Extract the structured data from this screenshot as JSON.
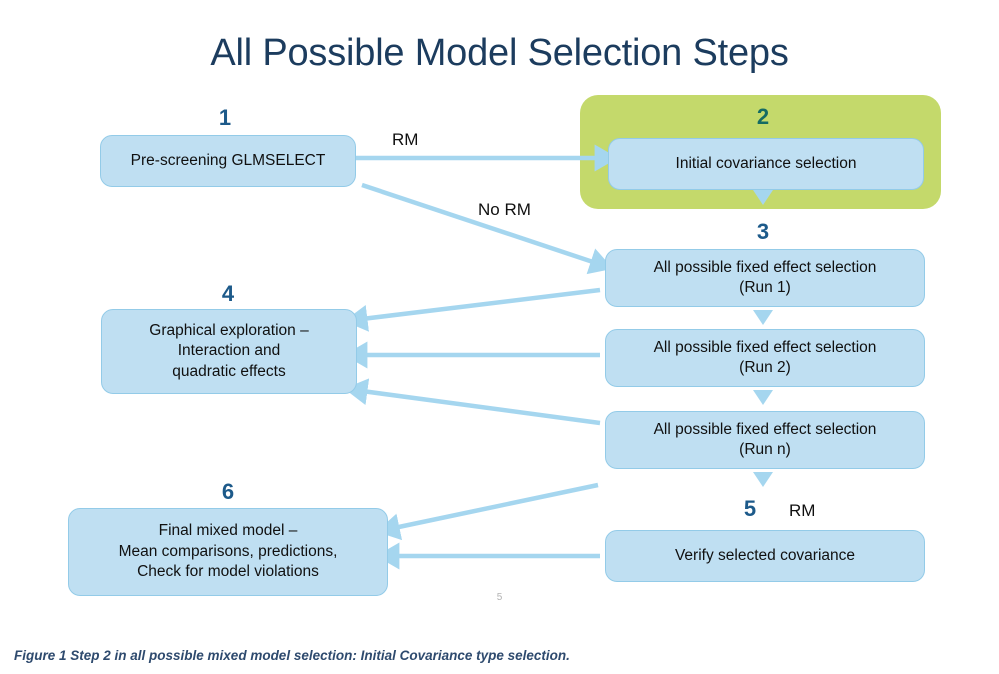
{
  "slide": {
    "title": "All Possible Model Selection Steps",
    "page_number": "5",
    "background_color": "#ffffff"
  },
  "colors": {
    "title_navy": "#1c3c5e",
    "box_fill_blue": "#bfdff2",
    "box_border_blue": "#93cbe8",
    "highlight_green": "#c4d96b",
    "arrow_blue": "#a5d6ef",
    "step_number_blue": "#1d5a8a",
    "step_number_green": "#156b63",
    "caption_navy": "#2e4a6e",
    "page_number_gray": "#b3b3b3"
  },
  "steps": [
    {
      "number": "1",
      "label": "Pre-screening GLMSELECT",
      "lines": [
        "Pre-screening GLMSELECT"
      ]
    },
    {
      "number": "2",
      "label": "Initial covariance selection",
      "lines": [
        "Initial covariance selection"
      ],
      "highlighted": true
    },
    {
      "number": "3",
      "label": "All possible fixed effect selection (Run 1)",
      "lines": [
        "All possible fixed effect selection",
        "(Run 1)"
      ]
    },
    {
      "number": "",
      "label": "All possible fixed effect selection (Run 2)",
      "lines": [
        "All possible fixed effect selection",
        "(Run 2)"
      ]
    },
    {
      "number": "",
      "label": "All possible fixed effect selection (Run n)",
      "lines": [
        "All possible fixed effect selection",
        "(Run n)"
      ]
    },
    {
      "number": "4",
      "label": "Graphical exploration – Interaction and quadratic effects",
      "lines": [
        "Graphical exploration –",
        "Interaction and",
        "quadratic effects"
      ]
    },
    {
      "number": "5",
      "label": "Verify selected covariance",
      "lines": [
        "Verify selected covariance"
      ]
    },
    {
      "number": "6",
      "label": "Final mixed model – Mean comparisons, predictions, Check for model violations",
      "lines": [
        "Final mixed model –",
        "Mean comparisons, predictions,",
        "Check for model violations"
      ]
    }
  ],
  "edge_labels": {
    "rm_top": "RM",
    "no_rm": "No RM",
    "rm_step5": "RM"
  },
  "caption": "Figure 1 Step 2 in all possible mixed model selection:  Initial Covariance type selection."
}
